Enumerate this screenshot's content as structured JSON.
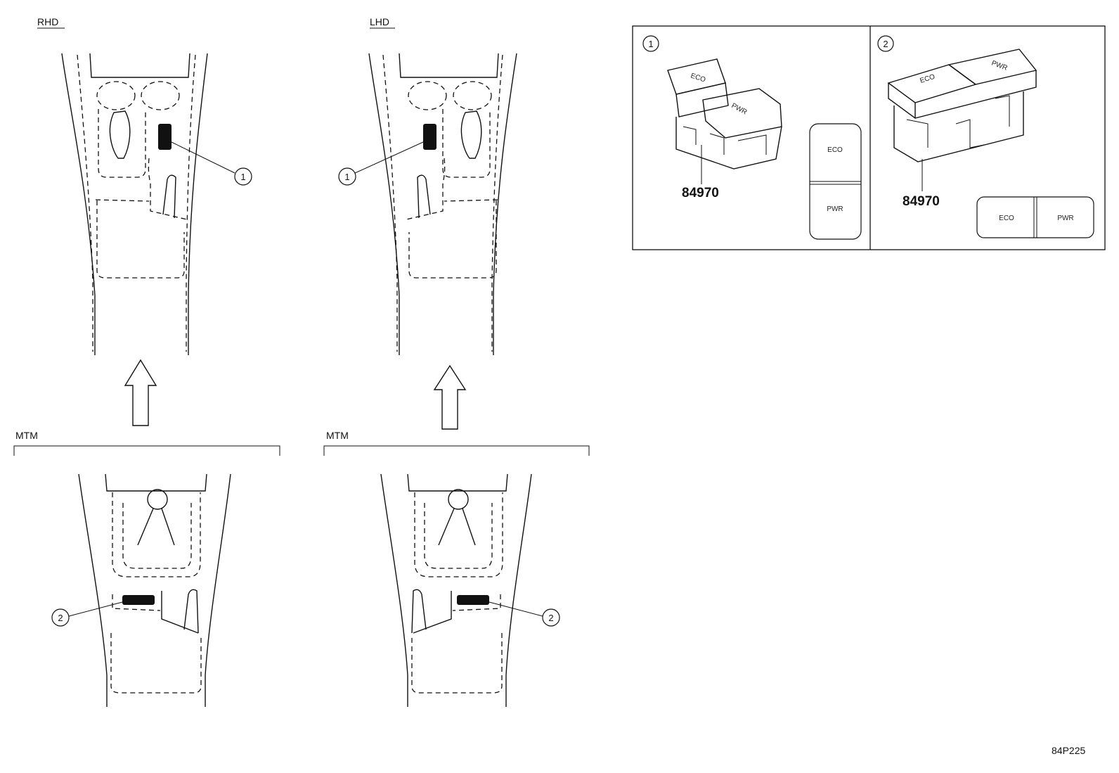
{
  "labels": {
    "rhd": "RHD",
    "lhd": "LHD",
    "mtm_left": "MTM",
    "mtm_right": "MTM",
    "diagram_code": "84P225"
  },
  "callouts": {
    "rhd_top": "1",
    "lhd_top": "1",
    "rhd_bottom": "2",
    "lhd_bottom": "2"
  },
  "detail_panels": [
    {
      "index": "1",
      "part_number": "84970",
      "switch_top_label": "ECO",
      "switch_bottom_label": "PWR",
      "face_top_label": "ECO",
      "face_bottom_label": "PWR"
    },
    {
      "index": "2",
      "part_number": "84970",
      "switch_top_label": "ECO",
      "switch_bottom_label": "PWR",
      "face_top_label": "ECO",
      "face_bottom_label": "PWR"
    }
  ]
}
